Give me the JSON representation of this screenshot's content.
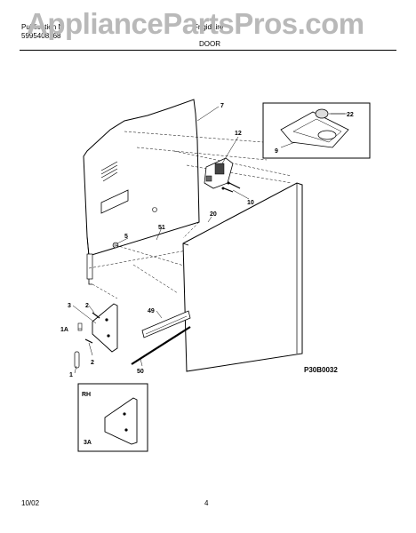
{
  "header": {
    "watermark": "AppliancePartsPros.com",
    "publication_label": "Publication N",
    "publication_number": "5995408268",
    "brand": "Frigidaire",
    "section_title": "DOOR"
  },
  "callouts": {
    "c7": "7",
    "c22": "22",
    "c9": "9",
    "c12": "12",
    "c10": "10",
    "c20": "20",
    "c5": "5",
    "c51": "51",
    "c3": "3",
    "c2a": "2",
    "c1a": "1A",
    "c2b": "2",
    "c1": "1",
    "c49": "49",
    "c50": "50",
    "rh": "RH",
    "c3a": "3A"
  },
  "figure_code": "P30B0032",
  "footer": {
    "date": "10/02",
    "page": "4"
  }
}
